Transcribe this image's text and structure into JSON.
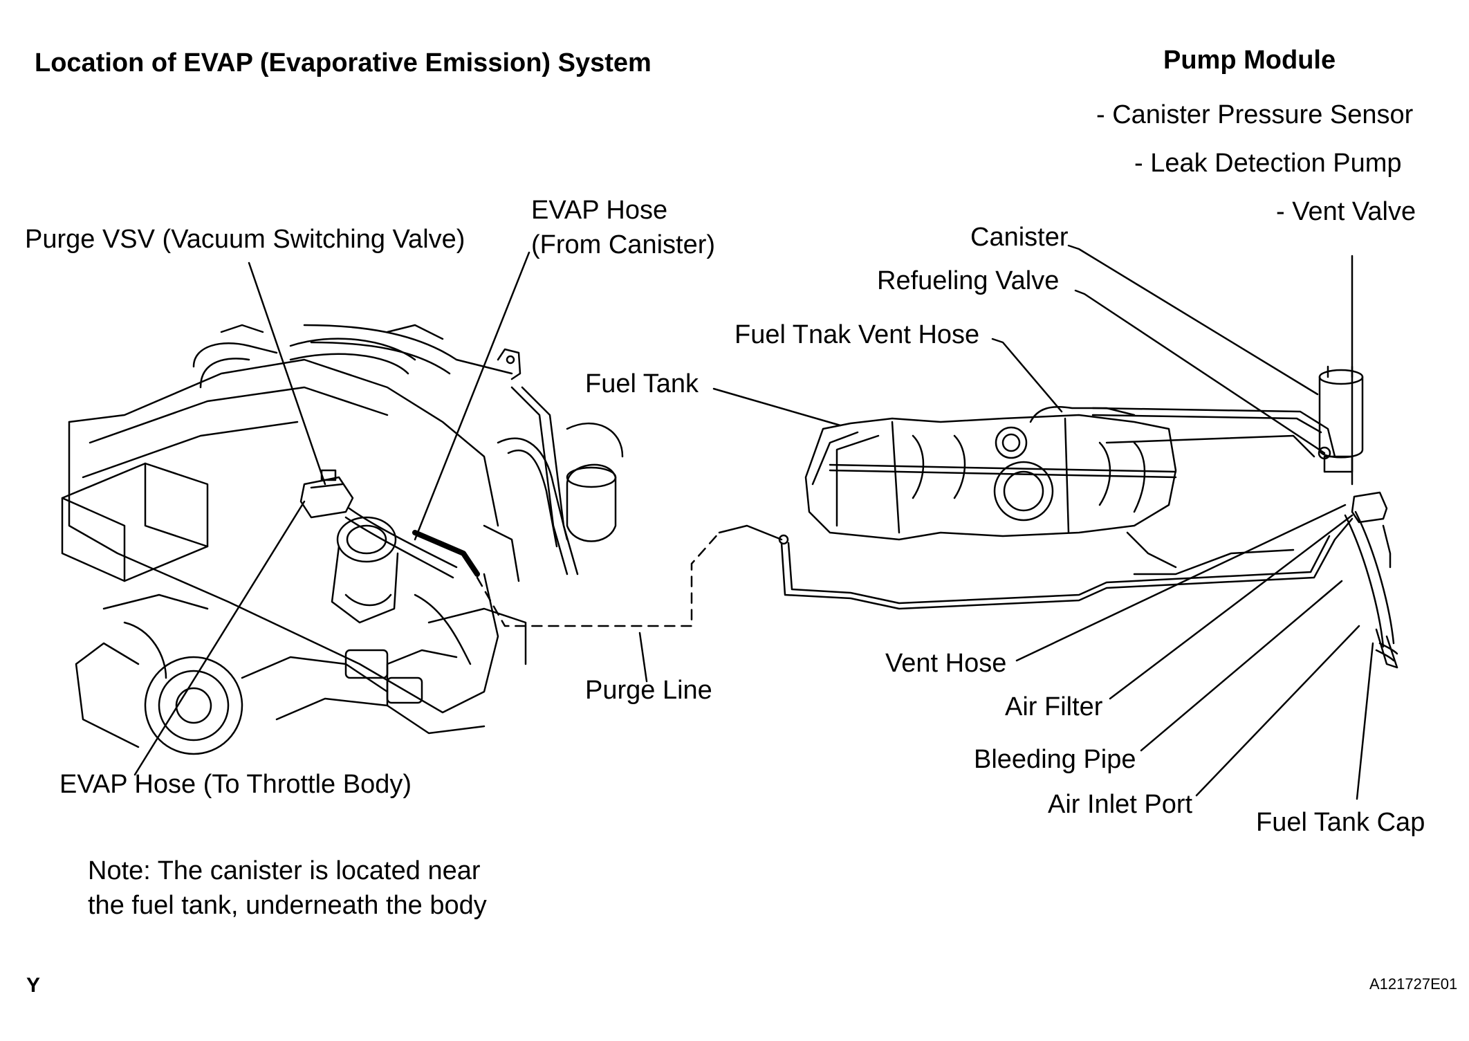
{
  "title": "Location of EVAP (Evaporative Emission) System",
  "pump_module": {
    "heading": "Pump Module",
    "items": [
      "- Canister Pressure Sensor",
      "- Leak Detection  Pump",
      "- Vent Valve"
    ]
  },
  "labels": {
    "purge_vsv": "Purge VSV (Vacuum Switching Valve)",
    "evap_hose_from_canister_line1": "EVAP Hose",
    "evap_hose_from_canister_line2": "(From Canister)",
    "evap_hose_to_throttle": "EVAP Hose (To Throttle Body)",
    "purge_line": "Purge Line",
    "canister": "Canister",
    "refueling_valve": "Refueling Valve",
    "fuel_tank_vent_hose": "Fuel Tnak Vent Hose",
    "fuel_tank": "Fuel Tank",
    "vent_hose": "Vent Hose",
    "air_filter": "Air Filter",
    "bleeding_pipe": "Bleeding Pipe",
    "air_inlet_port": "Air Inlet Port",
    "fuel_tank_cap": "Fuel Tank Cap"
  },
  "note": {
    "line1": "Note: The canister is located near",
    "line2": "the fuel tank, underneath the body"
  },
  "corner_code": "Y",
  "figure_id": "A121727E01"
}
